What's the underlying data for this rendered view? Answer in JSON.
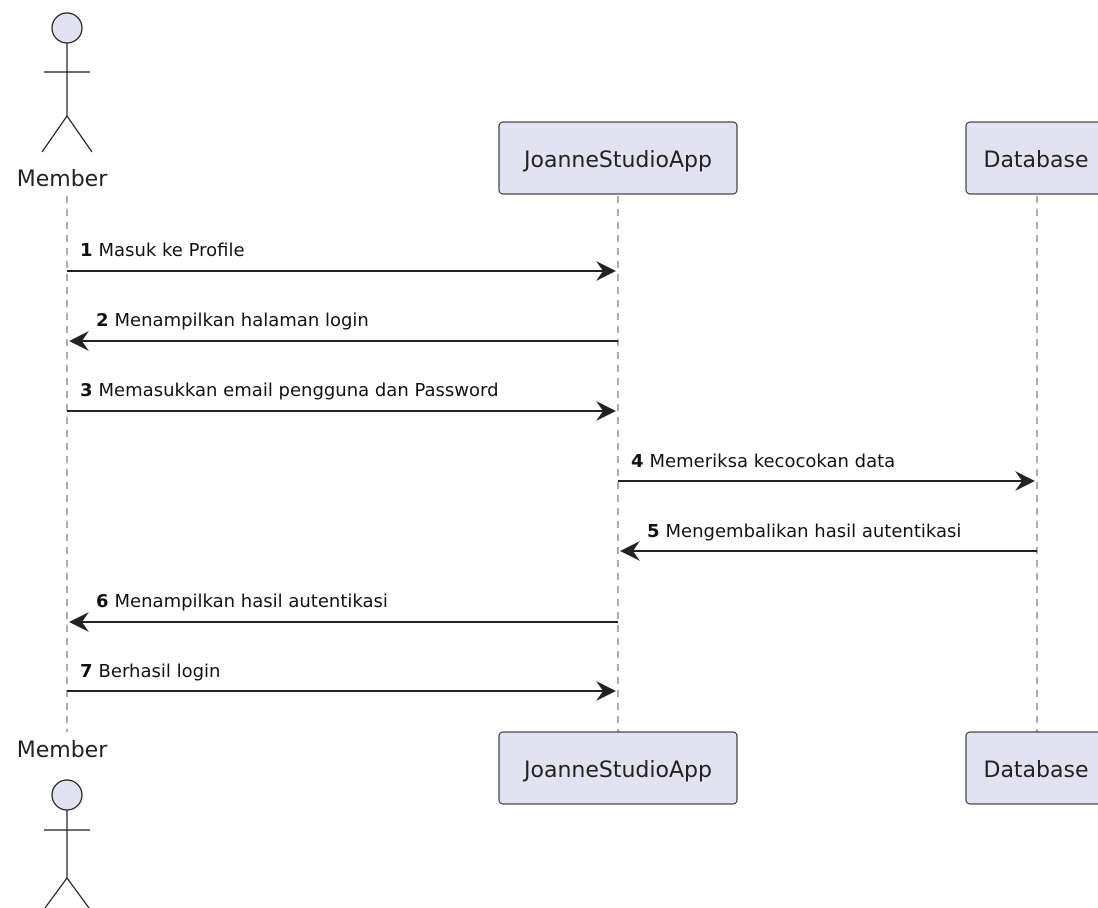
{
  "participants": [
    {
      "id": "member",
      "label": "Member",
      "kind": "actor"
    },
    {
      "id": "app",
      "label": "JoanneStudioApp",
      "kind": "participant"
    },
    {
      "id": "db",
      "label": "Database",
      "kind": "participant"
    }
  ],
  "messages": [
    {
      "num": "1",
      "text": "Masuk ke Profile",
      "from": "member",
      "to": "app"
    },
    {
      "num": "2",
      "text": "Menampilkan halaman login",
      "from": "app",
      "to": "member"
    },
    {
      "num": "3",
      "text": "Memasukkan email pengguna dan Password",
      "from": "member",
      "to": "app"
    },
    {
      "num": "4",
      "text": "Memeriksa kecocokan data",
      "from": "app",
      "to": "db"
    },
    {
      "num": "5",
      "text": "Mengembalikan hasil autentikasi",
      "from": "db",
      "to": "app"
    },
    {
      "num": "6",
      "text": "Menampilkan hasil autentikasi",
      "from": "app",
      "to": "member"
    },
    {
      "num": "7",
      "text": "Berhasil login",
      "from": "member",
      "to": "app"
    }
  ],
  "colors": {
    "participant_fill": "#e2e2f0",
    "border": "#181818",
    "arrow": "#222222",
    "lifeline": "#777777"
  }
}
